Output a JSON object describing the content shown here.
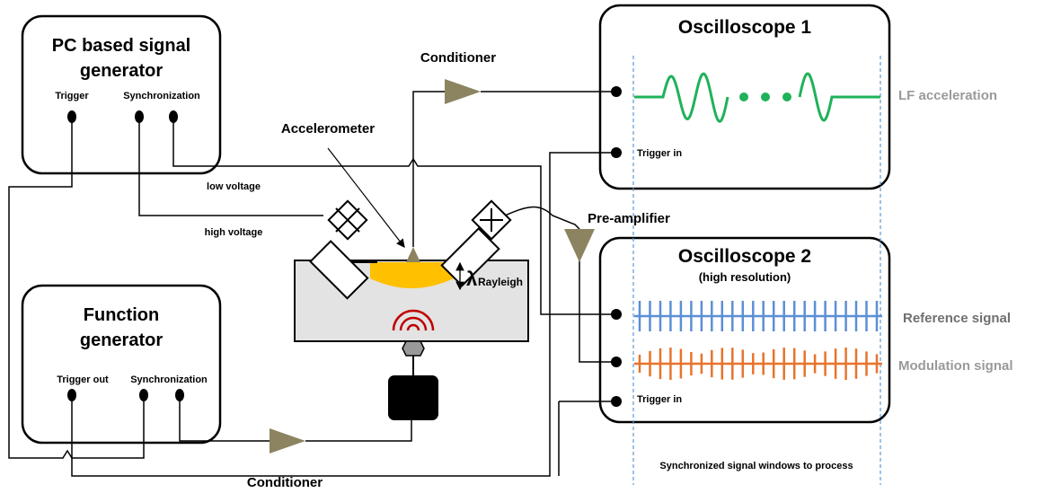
{
  "boxes": {
    "pc_generator": {
      "title_line1": "PC based signal",
      "title_line2": "generator",
      "port_trigger": "Trigger",
      "port_sync": "Synchronization"
    },
    "function_generator": {
      "title_line1": "Function",
      "title_line2": "generator",
      "port_trigger_out": "Trigger out",
      "port_sync": "Synchronization"
    },
    "oscilloscope1": {
      "title": "Oscilloscope 1",
      "port_trigger_in": "Trigger in"
    },
    "oscilloscope2": {
      "title": "Oscilloscope 2",
      "subtitle": "(high resolution)",
      "port_trigger_in": "Trigger in"
    }
  },
  "labels": {
    "conditioner_top": "Conditioner",
    "conditioner_bottom": "Conditioner",
    "accelerometer": "Accelerometer",
    "pre_amplifier": "Pre-amplifier",
    "low_voltage": "low voltage",
    "high_voltage": "high voltage",
    "lambda_symbol": "λ",
    "lambda_subscript": "Rayleigh",
    "sync_windows": "Synchronized signal windows to process"
  },
  "signals": {
    "lf_acceleration": "LF acceleration",
    "reference_signal": "Reference signal",
    "modulation_signal": "Modulation signal"
  },
  "colors": {
    "amplifier": "#8c8460",
    "lf_wave": "#1fb25a",
    "reference": "#5b8fd6",
    "modulation": "#e8732a",
    "side_label_gray": "#9a9a9a",
    "side_label_dark": "#707070",
    "sample_fill": "#e3e3e3",
    "transducer_zone": "#ffc000",
    "waves": "#c00000",
    "dashed_window": "#5b9bd5"
  }
}
